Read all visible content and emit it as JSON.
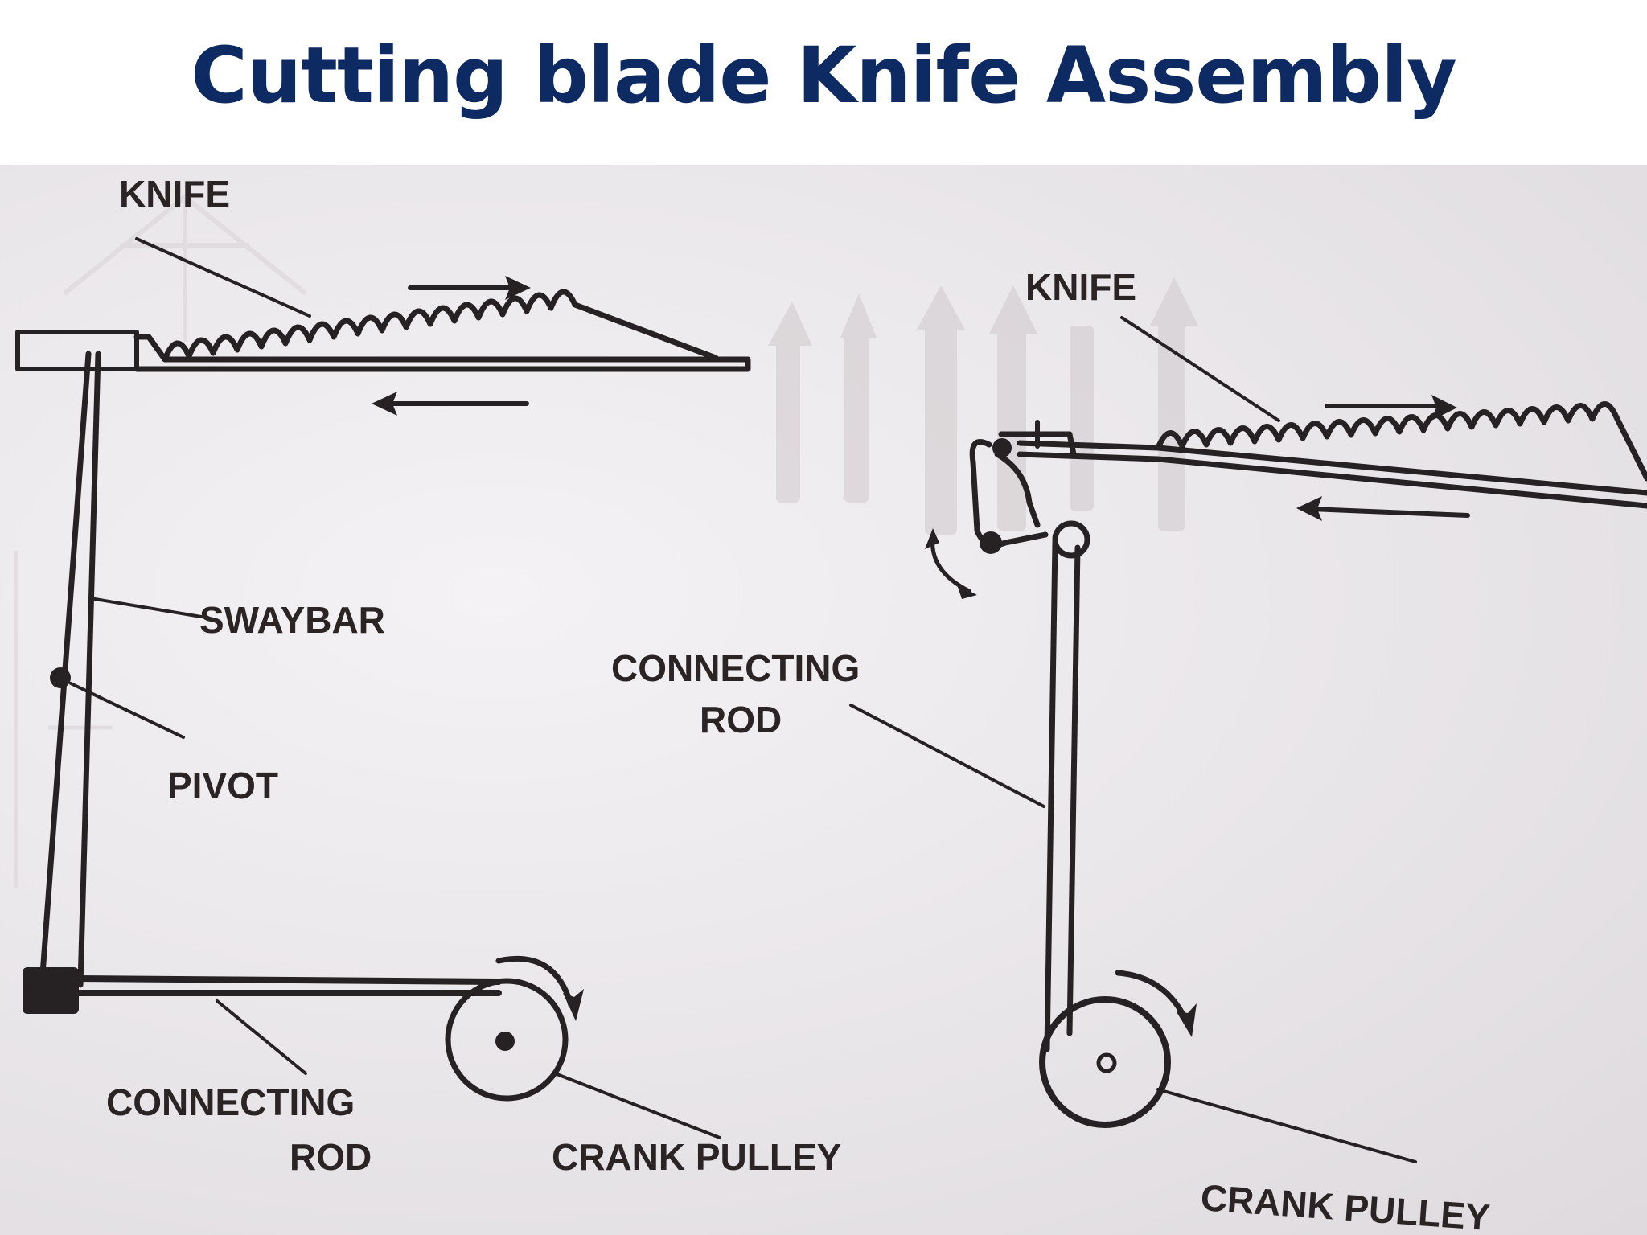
{
  "title": "Cutting blade Knife Assembly",
  "diagram": {
    "left": {
      "knife": "KNIFE",
      "swaybar": "SWAYBAR",
      "pivot": "PIVOT",
      "connecting_rod_line1": "CONNECTING",
      "connecting_rod_line2": "ROD",
      "crank_pulley": "CRANK PULLEY"
    },
    "right": {
      "knife": "KNIFE",
      "connecting_rod_line1": "CONNECTING",
      "connecting_rod_line2": "ROD",
      "crank_pulley": "CRANK PULLEY"
    }
  },
  "colors": {
    "title": "#0e2a63",
    "ink": "#262122",
    "paper": "#ebe8eb"
  }
}
